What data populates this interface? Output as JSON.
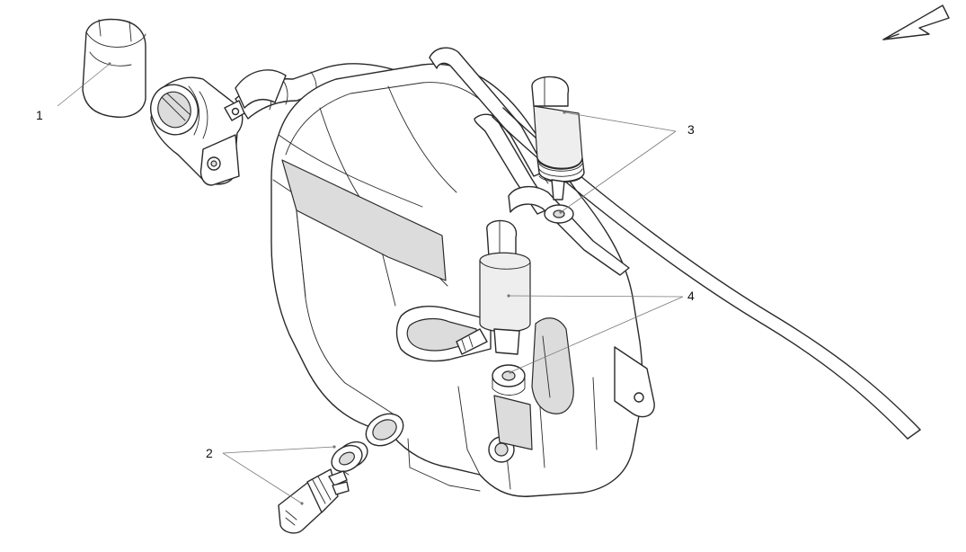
{
  "diagram": {
    "callouts": [
      {
        "id": "1",
        "label": "1"
      },
      {
        "id": "2",
        "label": "2"
      },
      {
        "id": "3",
        "label": "3"
      },
      {
        "id": "4",
        "label": "4"
      }
    ],
    "icons": {
      "direction": "direction-arrow-icon"
    },
    "colors": {
      "line": "#2a2a2a",
      "leader": "#777777",
      "background": "#ffffff"
    }
  }
}
